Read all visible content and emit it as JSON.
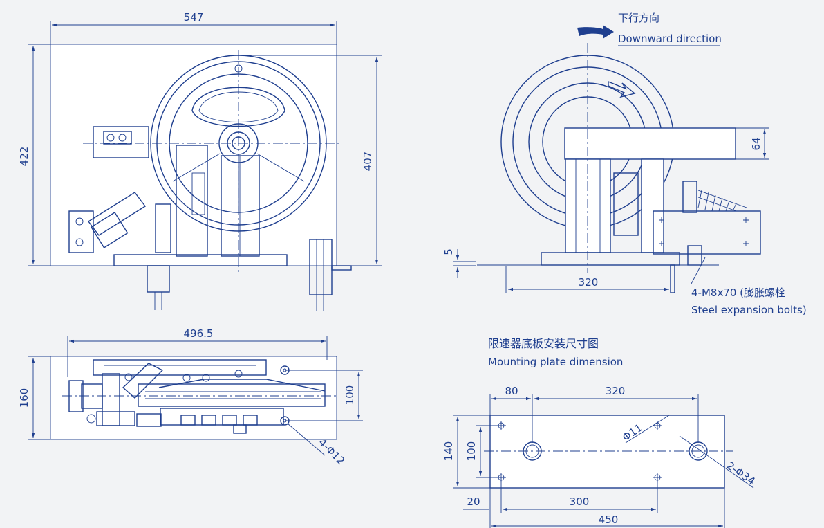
{
  "colors": {
    "line": "#1f3f8f",
    "background": "#f2f3f5",
    "panel": "#ffffff"
  },
  "front_view": {
    "width": "547",
    "height": "422",
    "inner_height": "407"
  },
  "side_view": {
    "direction_cn": "下行方向",
    "direction_en": "Downward direction",
    "height_dim": "64",
    "base_dim": "5",
    "width_dim": "320",
    "bolt_cn": "4-M8x70 (膨胀螺栓",
    "bolt_en": "Steel expansion bolts)"
  },
  "top_view": {
    "width": "496.5",
    "height": "160",
    "hole_spacing": "100",
    "holes": "4-Φ12"
  },
  "plate": {
    "title_cn": "限速器底板安装尺寸图",
    "title_en": "Mounting plate dimension",
    "dim_80": "80",
    "dim_320": "320",
    "dim_140": "140",
    "dim_100": "100",
    "dim_20": "20",
    "dim_300": "300",
    "dim_450": "450",
    "small_holes": "Φ11",
    "large_holes": "2-Φ34"
  }
}
